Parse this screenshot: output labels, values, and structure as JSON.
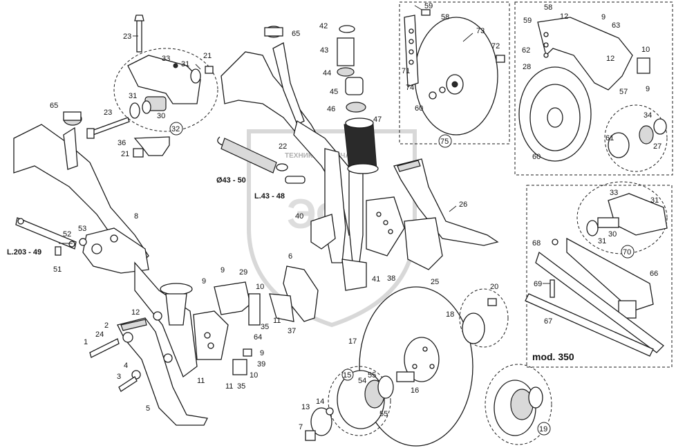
{
  "watermark": {
    "letters": "ЭФ",
    "caption": "ТЕХНИКА И ЗАПЧАСТИ"
  },
  "inset_model_label": "mod. 350",
  "labels": [
    {
      "id": "p23a",
      "text": "23"
    },
    {
      "id": "p33",
      "text": "33"
    },
    {
      "id": "p21a",
      "text": "21"
    },
    {
      "id": "p31a",
      "text": "31"
    },
    {
      "id": "p31b",
      "text": "31"
    },
    {
      "id": "p30",
      "text": "30"
    },
    {
      "id": "p32",
      "text": "32"
    },
    {
      "id": "p65a",
      "text": "65"
    },
    {
      "id": "p23b",
      "text": "23"
    },
    {
      "id": "p36",
      "text": "36"
    },
    {
      "id": "p21b",
      "text": "21"
    },
    {
      "id": "p8",
      "text": "8"
    },
    {
      "id": "p53",
      "text": "53"
    },
    {
      "id": "p52",
      "text": "52"
    },
    {
      "id": "pL203",
      "text": "L.203 - 49"
    },
    {
      "id": "p51",
      "text": "51"
    },
    {
      "id": "p12a",
      "text": "12"
    },
    {
      "id": "p2",
      "text": "2"
    },
    {
      "id": "p24",
      "text": "24"
    },
    {
      "id": "p1",
      "text": "1"
    },
    {
      "id": "p4",
      "text": "4"
    },
    {
      "id": "p3",
      "text": "3"
    },
    {
      "id": "p5",
      "text": "5"
    },
    {
      "id": "p42",
      "text": "42"
    },
    {
      "id": "p65b",
      "text": "65"
    },
    {
      "id": "p43",
      "text": "43"
    },
    {
      "id": "p44",
      "text": "44"
    },
    {
      "id": "p45",
      "text": "45"
    },
    {
      "id": "p46",
      "text": "46"
    },
    {
      "id": "p47",
      "text": "47"
    },
    {
      "id": "p22",
      "text": "22"
    },
    {
      "id": "pD43",
      "text": "Ø43 - 50"
    },
    {
      "id": "pL43",
      "text": "L.43 - 48"
    },
    {
      "id": "p40",
      "text": "40"
    },
    {
      "id": "p26",
      "text": "26"
    },
    {
      "id": "p6",
      "text": "6"
    },
    {
      "id": "p41",
      "text": "41"
    },
    {
      "id": "p38",
      "text": "38"
    },
    {
      "id": "p25",
      "text": "25"
    },
    {
      "id": "p9a",
      "text": "9"
    },
    {
      "id": "p29",
      "text": "29"
    },
    {
      "id": "p9b",
      "text": "9"
    },
    {
      "id": "p10a",
      "text": "10"
    },
    {
      "id": "p35a",
      "text": "35"
    },
    {
      "id": "p11a",
      "text": "11"
    },
    {
      "id": "p37",
      "text": "37"
    },
    {
      "id": "p64",
      "text": "64"
    },
    {
      "id": "p9c",
      "text": "9"
    },
    {
      "id": "p39",
      "text": "39"
    },
    {
      "id": "p11b",
      "text": "11"
    },
    {
      "id": "p11c",
      "text": "11"
    },
    {
      "id": "p35b",
      "text": "35"
    },
    {
      "id": "p10b",
      "text": "10"
    },
    {
      "id": "p20",
      "text": "20"
    },
    {
      "id": "p18",
      "text": "18"
    },
    {
      "id": "p17",
      "text": "17"
    },
    {
      "id": "p15",
      "text": "15"
    },
    {
      "id": "p55a",
      "text": "55"
    },
    {
      "id": "p54",
      "text": "54"
    },
    {
      "id": "p16",
      "text": "16"
    },
    {
      "id": "p13",
      "text": "13"
    },
    {
      "id": "p14",
      "text": "14"
    },
    {
      "id": "p55b",
      "text": "55"
    },
    {
      "id": "p7",
      "text": "7"
    },
    {
      "id": "p19",
      "text": "19"
    },
    {
      "id": "p59a",
      "text": "59"
    },
    {
      "id": "p58a",
      "text": "58"
    },
    {
      "id": "p73",
      "text": "73"
    },
    {
      "id": "p72",
      "text": "72"
    },
    {
      "id": "p71",
      "text": "71"
    },
    {
      "id": "p74",
      "text": "74"
    },
    {
      "id": "p60a",
      "text": "60"
    },
    {
      "id": "p75",
      "text": "75"
    },
    {
      "id": "p58b",
      "text": "58"
    },
    {
      "id": "p59b",
      "text": "59"
    },
    {
      "id": "p12b",
      "text": "12"
    },
    {
      "id": "p9d",
      "text": "9"
    },
    {
      "id": "p63",
      "text": "63"
    },
    {
      "id": "p62",
      "text": "62"
    },
    {
      "id": "p12c",
      "text": "12"
    },
    {
      "id": "p10c",
      "text": "10"
    },
    {
      "id": "p28",
      "text": "28"
    },
    {
      "id": "p57",
      "text": "57"
    },
    {
      "id": "p9e",
      "text": "9"
    },
    {
      "id": "p34",
      "text": "34"
    },
    {
      "id": "p61",
      "text": "61"
    },
    {
      "id": "p27",
      "text": "27"
    },
    {
      "id": "p60b",
      "text": "60"
    },
    {
      "id": "p33b",
      "text": "33"
    },
    {
      "id": "p31c",
      "text": "31"
    },
    {
      "id": "p30b",
      "text": "30"
    },
    {
      "id": "p31d",
      "text": "31"
    },
    {
      "id": "p70",
      "text": "70"
    },
    {
      "id": "p68",
      "text": "68"
    },
    {
      "id": "p66",
      "text": "66"
    },
    {
      "id": "p69",
      "text": "69"
    },
    {
      "id": "p67",
      "text": "67"
    }
  ]
}
